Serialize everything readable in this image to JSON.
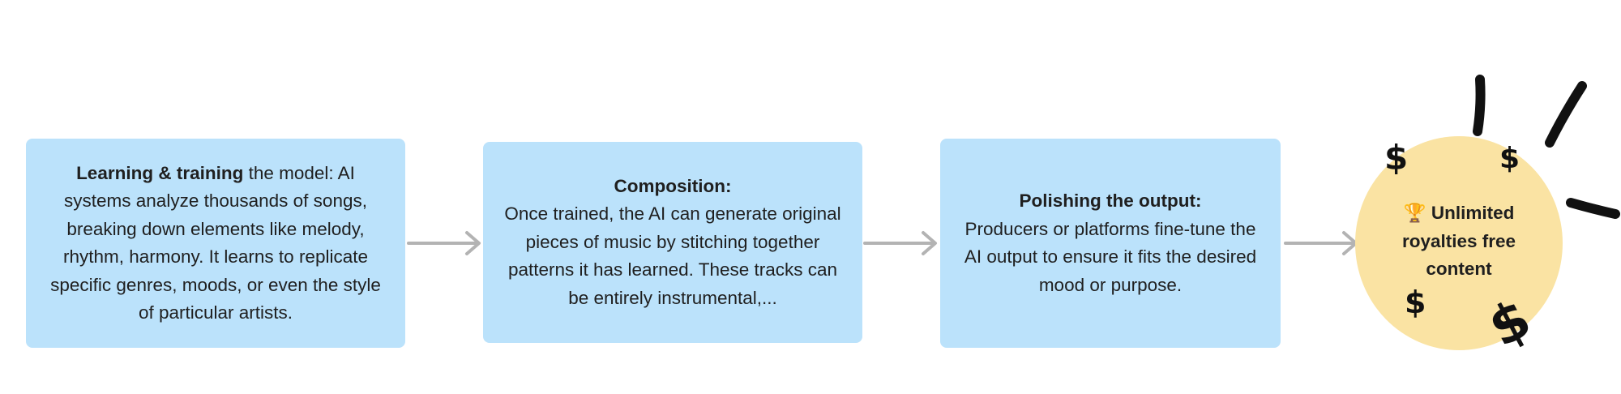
{
  "steps": [
    {
      "title": "Learning & training",
      "text": " the model: AI systems analyze thousands of songs, breaking down elements like melody, rhythm, harmony. It learns to replicate specific genres, moods, or even the style of particular artists."
    },
    {
      "title": "Composition:",
      "text": "Once trained, the AI can generate original pieces of music by stitching together patterns it has learned. These tracks can be entirely instrumental,..."
    },
    {
      "title": "Polishing the output:",
      "text": "Producers or platforms fine-tune the AI output to ensure it fits the desired mood or purpose."
    }
  ],
  "result": {
    "emoji": "🏆",
    "text": " Unlimited royalties free content"
  },
  "decorations": {
    "dollar_symbol": "$",
    "icons": [
      "trophy-icon",
      "dollar-icon",
      "burst-lines-icon",
      "arrow-right-icon"
    ]
  },
  "colors": {
    "box": "#bbe2fb",
    "circle": "#fae3a3",
    "arrow": "#b3b3b3",
    "text": "#1f1f1f"
  }
}
